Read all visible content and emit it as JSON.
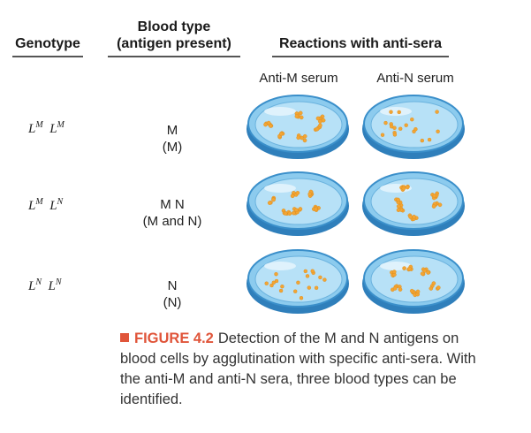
{
  "headers": {
    "genotype": "Genotype",
    "blood_type_line1": "Blood type",
    "blood_type_line2": "(antigen present)",
    "reactions": "Reactions with anti-sera"
  },
  "sera": {
    "anti_m": "Anti-M serum",
    "anti_n": "Anti-N serum"
  },
  "rows": [
    {
      "allele1": "L",
      "sup1": "M",
      "allele2": "L",
      "sup2": "M",
      "type": "M",
      "antigen": "(M)",
      "anti_m": "agglutinated",
      "anti_n": "dispersed"
    },
    {
      "allele1": "L",
      "sup1": "M",
      "allele2": "L",
      "sup2": "N",
      "type": "M N",
      "antigen": "(M and N)",
      "anti_m": "agglutinated",
      "anti_n": "agglutinated"
    },
    {
      "allele1": "L",
      "sup1": "N",
      "allele2": "L",
      "sup2": "N",
      "type": "N",
      "antigen": "(N)",
      "anti_m": "dispersed",
      "anti_n": "agglutinated"
    }
  ],
  "caption": {
    "label": "FIGURE 4.2",
    "text": "Detection of the M and N antigens on blood cells by agglutination with specific anti-sera. With the anti-M and anti-N sera, three blood types can be identified."
  },
  "colors": {
    "dish_fill": "#8ccbee",
    "dish_rim": "#3a8fca",
    "cell": "#f3a533",
    "accent": "#e0553a"
  }
}
